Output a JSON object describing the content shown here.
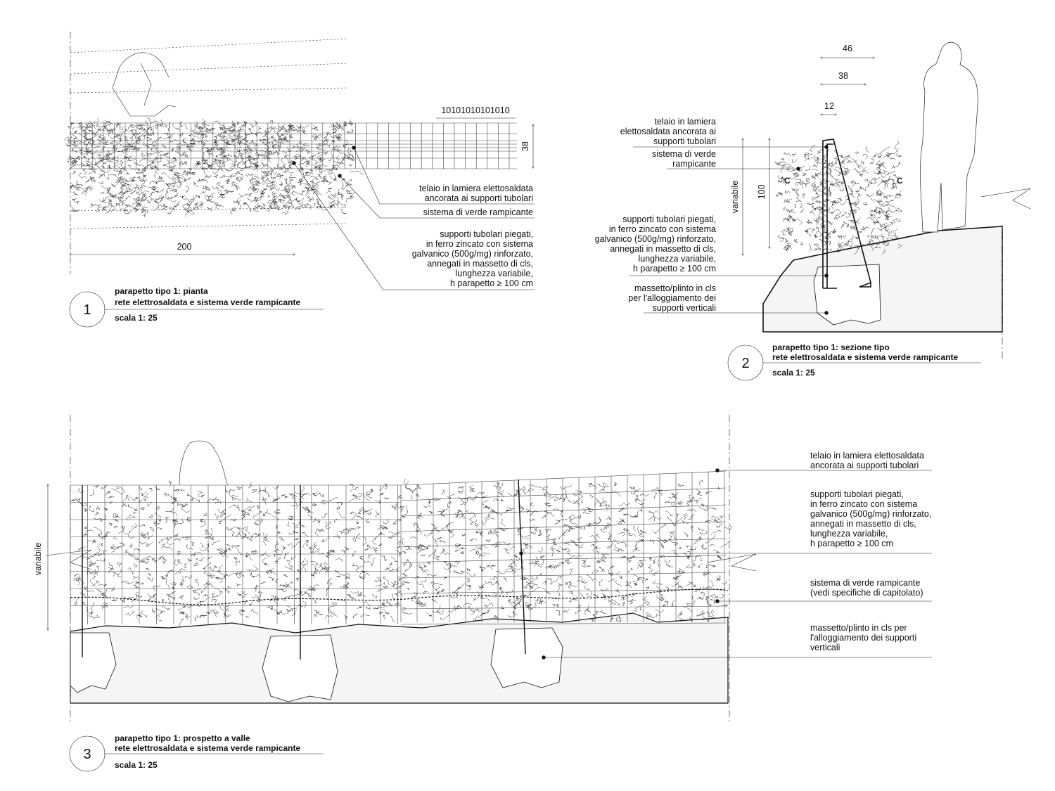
{
  "drawing1": {
    "dim_width": "200",
    "dim_mesh": "10101010101010",
    "dim_height": "38",
    "labels": {
      "telaio": [
        "telaio in lamiera elettosaldata",
        "ancorata ai supporti tubolari"
      ],
      "sistema": [
        "sistema di verde rampicante"
      ],
      "supporti": [
        "supporti tubolari piegati,",
        "in ferro zincato con sistema",
        "galvanico (500g/mg) rinforzato,",
        "annegati in massetto di cls,",
        "lunghezza variabile,",
        "h parapetto ≥ 100 cm"
      ]
    },
    "caption": {
      "number": "1",
      "title": "parapetto tipo 1: pianta",
      "subtitle": "rete elettrosaldata e sistema verde rampicante",
      "scale": "scala 1: 25"
    }
  },
  "drawing2": {
    "dim_46": "46",
    "dim_38": "38",
    "dim_12": "12",
    "dim_variable": "variabile",
    "dim_100": "100",
    "section_mark": "C",
    "labels": {
      "telaio": [
        "telaio in lamiera",
        "elettosaldata ancorata ai",
        "supporti tubolari"
      ],
      "sistema": [
        "sistema di verde",
        "rampicante"
      ],
      "supporti": [
        "supporti tubolari piegati,",
        "in ferro zincato con sistema",
        "galvanico (500g/mg) rinforzato,",
        "annegati in massetto di cls,",
        "lunghezza variabile,",
        "h parapetto ≥ 100 cm"
      ],
      "massetto": [
        "massetto/plinto in cls",
        "per l'alloggiamento dei",
        "supporti verticali"
      ]
    },
    "caption": {
      "number": "2",
      "title": "parapetto tipo 1: sezione tipo",
      "subtitle": "rete elettrosaldata e sistema verde rampicante",
      "scale": "scala 1: 25"
    }
  },
  "drawing3": {
    "dim_variable": "variabile",
    "labels": {
      "telaio": [
        "telaio in lamiera elettosaldata",
        "ancorata ai supporti tubolari"
      ],
      "supporti": [
        "supporti tubolari piegati,",
        "in ferro zincato con sistema",
        "galvanico (500g/mg) rinforzato,",
        "annegati in massetto di cls,",
        "lunghezza variabile,",
        "h parapetto ≥ 100 cm"
      ],
      "sistema": [
        "sistema di verde rampicante",
        "(vedi specifiche di capitolato)"
      ],
      "massetto": [
        "massetto/plinto in cls per",
        "l'alloggiamento dei supporti",
        "verticali"
      ]
    },
    "caption": {
      "number": "3",
      "title": "parapetto tipo 1: prospetto a valle",
      "subtitle": "rete elettrosaldata e sistema verde rampicante",
      "scale": "scala 1: 25"
    }
  }
}
